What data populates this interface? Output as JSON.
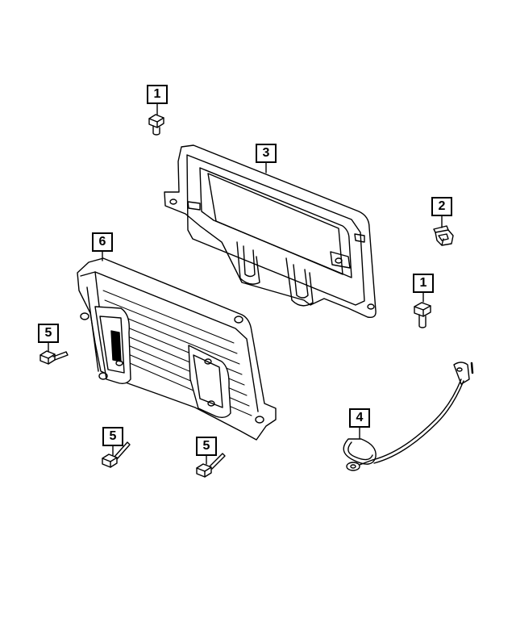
{
  "callouts": [
    {
      "id": "c1a",
      "label": "1"
    },
    {
      "id": "c1b",
      "label": "1"
    },
    {
      "id": "c2",
      "label": "2"
    },
    {
      "id": "c3",
      "label": "3"
    },
    {
      "id": "c4",
      "label": "4"
    },
    {
      "id": "c5a",
      "label": "5"
    },
    {
      "id": "c5b",
      "label": "5"
    },
    {
      "id": "c5c",
      "label": "5"
    },
    {
      "id": "c6",
      "label": "6"
    }
  ]
}
